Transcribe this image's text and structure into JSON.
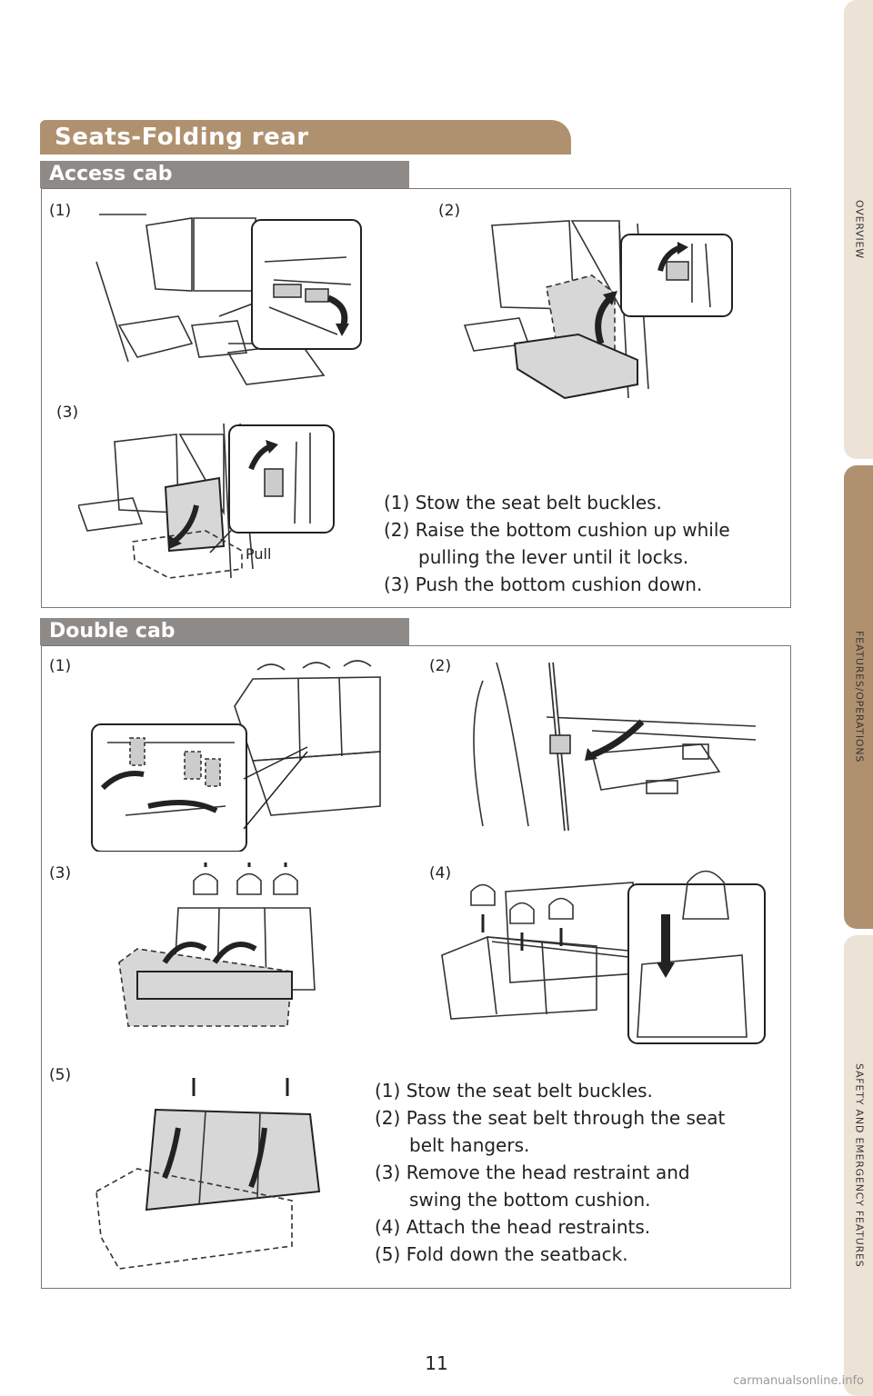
{
  "page_title": "Seats-Folding rear",
  "sections": [
    {
      "heading": "Access cab",
      "step_labels": [
        "(1)",
        "(2)",
        "(3)"
      ],
      "callout": "Pull",
      "instructions": [
        {
          "num": "(1)",
          "text": "Stow the seat belt buckles.",
          "cont": ""
        },
        {
          "num": "(2)",
          "text": "Raise the bottom cushion up while",
          "cont": "pulling the lever until it locks."
        },
        {
          "num": "(3)",
          "text": "Push the bottom cushion down.",
          "cont": ""
        }
      ]
    },
    {
      "heading": "Double cab",
      "step_labels": [
        "(1)",
        "(2)",
        "(3)",
        "(4)",
        "(5)"
      ],
      "instructions": [
        {
          "num": "(1)",
          "text": "Stow the seat belt buckles.",
          "cont": ""
        },
        {
          "num": "(2)",
          "text": "Pass the seat belt through the seat",
          "cont": "belt hangers."
        },
        {
          "num": "(3)",
          "text": "Remove the head restraint and",
          "cont": "swing the bottom cushion."
        },
        {
          "num": "(4)",
          "text": "Attach the head restraints.",
          "cont": ""
        },
        {
          "num": "(5)",
          "text": "Fold down the seatback.",
          "cont": ""
        }
      ]
    }
  ],
  "side_tabs": [
    {
      "label": "OVERVIEW",
      "color": "#ece2d6"
    },
    {
      "label": "FEATURES/OPERATIONS",
      "color": "#b0916f"
    },
    {
      "label": "SAFETY AND EMERGENCY FEATURES",
      "color": "#ece2d6"
    }
  ],
  "page_number": "11",
  "watermark": "carmanualsonline.info",
  "colors": {
    "brand": "#b0916f",
    "subheading": "#8e8a87",
    "tab_light": "#ece2d6",
    "highlight_fill": "#d7d7d7"
  }
}
